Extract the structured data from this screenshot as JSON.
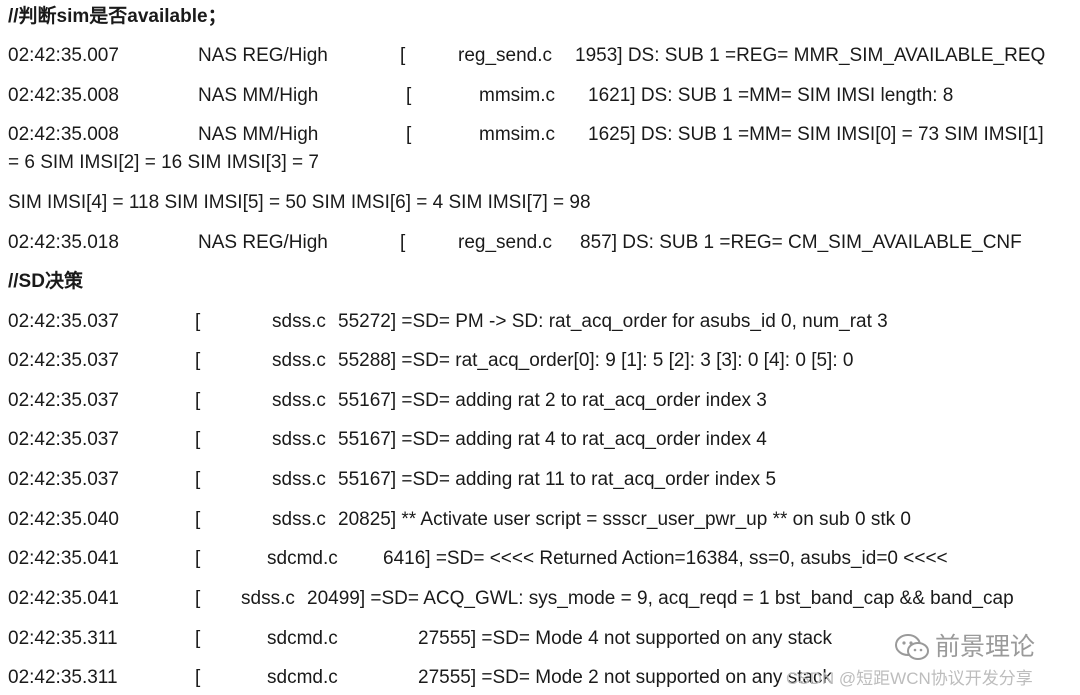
{
  "headings": {
    "sim_check": "//判断sim是否available；",
    "sd_decision": "//SD决策"
  },
  "lines": [
    {
      "time": "02:42:35.007",
      "module": "NAS REG/High",
      "bracket": "[",
      "file": "reg_send.c",
      "msg": "1953] DS: SUB 1 =REG= MMR_SIM_AVAILABLE_REQ"
    },
    {
      "time": "02:42:35.008",
      "module": "NAS MM/High",
      "bracket": "[",
      "file": "mmsim.c",
      "msg": "1621] DS: SUB 1 =MM= SIM IMSI length: 8"
    },
    {
      "time": "02:42:35.008",
      "module": "NAS MM/High",
      "bracket": "[",
      "file": "mmsim.c",
      "msg": "1625] DS: SUB 1 =MM= SIM IMSI[0] = 73  SIM IMSI[1]"
    },
    {
      "cont": "= 6  SIM IMSI[2] = 16  SIM IMSI[3] = 7"
    },
    {
      "cont": "SIM IMSI[4] = 118  SIM IMSI[5] = 50  SIM IMSI[6] = 4  SIM IMSI[7] = 98"
    },
    {
      "time": "02:42:35.018",
      "module": "NAS REG/High",
      "bracket": "[",
      "file": "reg_send.c",
      "msg": "857] DS: SUB 1 =REG= CM_SIM_AVAILABLE_CNF"
    },
    {
      "time": "02:42:35.037",
      "bracket": "[",
      "file": "sdss.c",
      "msg": "55272] =SD= PM -> SD: rat_acq_order for asubs_id 0, num_rat 3"
    },
    {
      "time": "02:42:35.037",
      "bracket": "[",
      "file": "sdss.c",
      "msg": "55288] =SD= rat_acq_order[0]: 9 [1]: 5 [2]: 3 [3]: 0 [4]: 0 [5]: 0"
    },
    {
      "time": "02:42:35.037",
      "bracket": "[",
      "file": "sdss.c",
      "msg": "55167] =SD= adding rat 2 to rat_acq_order index 3"
    },
    {
      "time": "02:42:35.037",
      "bracket": "[",
      "file": "sdss.c",
      "msg": "55167] =SD= adding rat 4 to rat_acq_order index 4"
    },
    {
      "time": "02:42:35.037",
      "bracket": "[",
      "file": "sdss.c",
      "msg": "55167] =SD= adding rat 11 to rat_acq_order index 5"
    },
    {
      "time": "02:42:35.040",
      "bracket": "[",
      "file": "sdss.c",
      "msg": "20825] ** Activate user script = ssscr_user_pwr_up ** on sub 0 stk 0"
    },
    {
      "time": "02:42:35.041",
      "bracket": "[",
      "file": "sdcmd.c",
      "msg": "6416] =SD= <<<< Returned Action=16384, ss=0, asubs_id=0 <<<<"
    },
    {
      "time": "02:42:35.041",
      "bracket": "[",
      "file": "sdss.c",
      "msg": "20499] =SD= ACQ_GWL: sys_mode = 9, acq_reqd = 1 bst_band_cap && band_cap"
    },
    {
      "time": "02:42:35.311",
      "bracket": "[",
      "file": "sdcmd.c",
      "msg": "27555] =SD= Mode 4 not supported on any stack"
    },
    {
      "time": "02:42:35.311",
      "bracket": "[",
      "file": "sdcmd.c",
      "msg": "27555] =SD= Mode 2 not supported on any stack"
    }
  ],
  "watermark": {
    "brand": "前景理论",
    "csdn": "CSDN @短距WCN协议开发分享",
    "icon": "wechat-icon"
  }
}
